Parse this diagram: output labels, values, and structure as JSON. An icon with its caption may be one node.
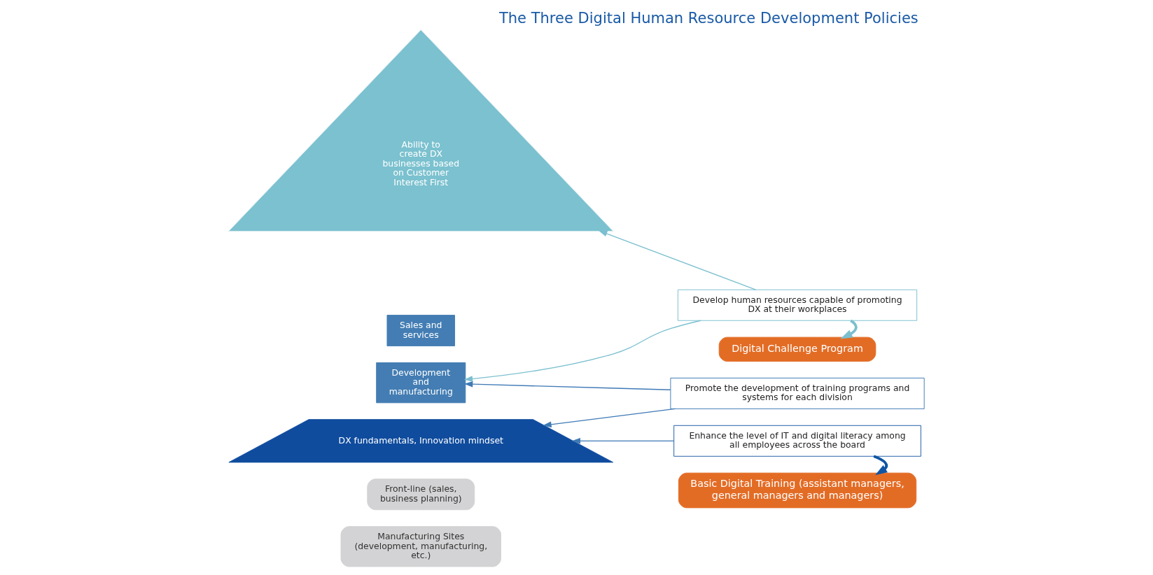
{
  "diagram": {
    "title": "The Three Digital Human Resource Development Policies",
    "nodes": [
      {
        "text": [
          "Ability to create DX businesses based on Customer Interest First"
        ]
      },
      {
        "text": [
          "Sales and services"
        ]
      },
      {
        "text": [
          "Development and manufacturing"
        ]
      },
      {
        "text": [
          "DX fundamentals, Innovation mindset"
        ]
      },
      {
        "text": [
          "Develop human resources capable of promoting DX at their workplaces"
        ]
      },
      {
        "text": [
          "Digital Challenge Program"
        ]
      },
      {
        "text": [
          "Promote the development of training programs and systems for each division"
        ]
      },
      {
        "text": [
          "Enhance the level of IT and digital literacy among all employees across the board"
        ]
      },
      {
        "text": [
          "Basic Digital Training (assistant managers, general managers and managers)"
        ]
      },
      {
        "text": [
          "Front-line (sales, business planning)"
        ]
      },
      {
        "text": [
          "Manufacturing Sites (development, manufacturing, etc.)"
        ]
      }
    ],
    "edges": [
      {
        "from": 4,
        "to": 0,
        "arrow": "to",
        "color": "#7bbfcf"
      },
      {
        "from": 4,
        "to": 2,
        "arrow": "to",
        "color": "#7bbfcf"
      },
      {
        "from": 6,
        "to": 2,
        "arrow": "to"
      },
      {
        "from": 6,
        "to": 3,
        "arrow": "to"
      },
      {
        "from": 7,
        "to": 3,
        "arrow": "to"
      },
      {
        "from": 4,
        "to": 5,
        "arrow": "to",
        "style": "thick",
        "color": "#7bbfcf"
      },
      {
        "from": 7,
        "to": 8,
        "arrow": "to",
        "style": "thick",
        "color": "#0f55a3"
      }
    ]
  }
}
